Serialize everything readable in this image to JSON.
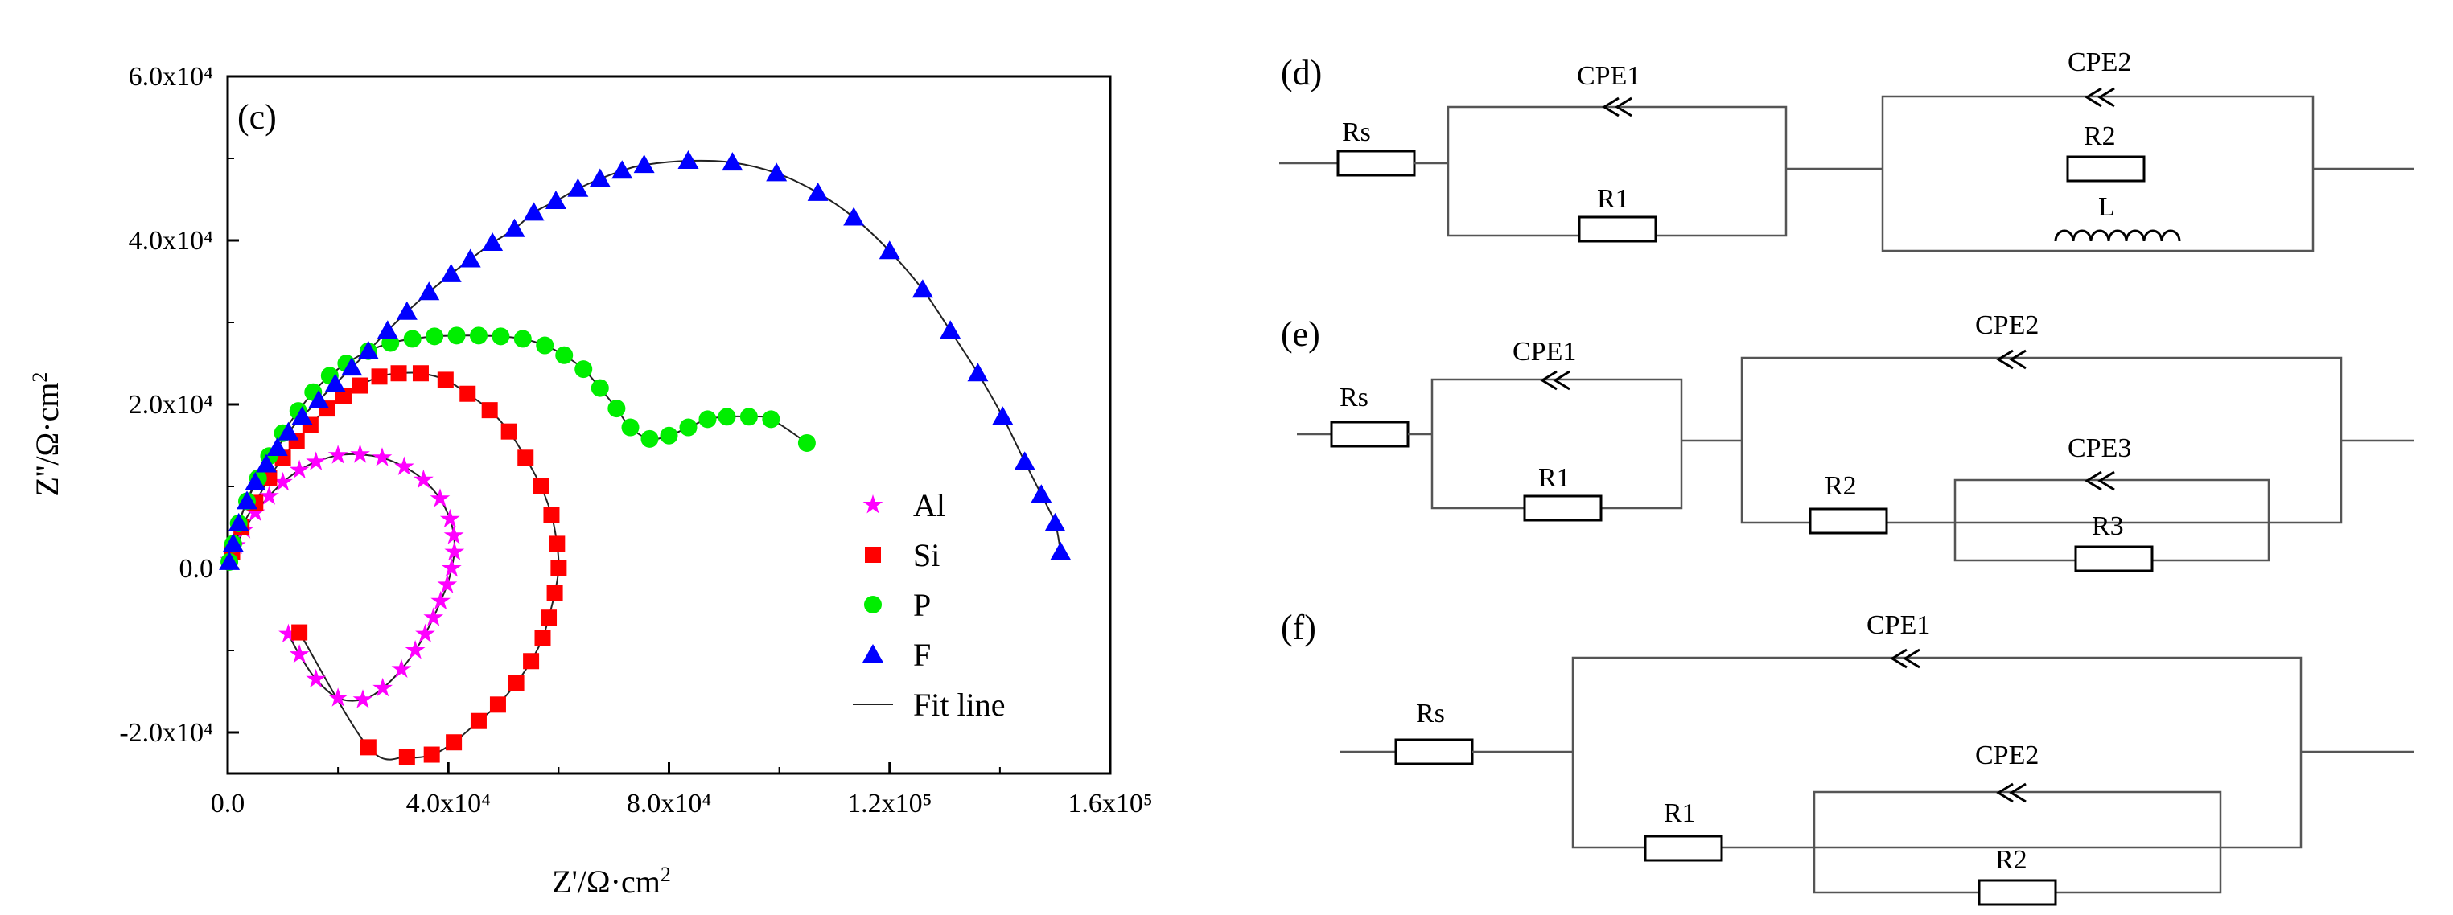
{
  "chart_data": {
    "type": "scatter",
    "panel_label": "(c)",
    "xlabel": "Z'/Ω·cm²",
    "ylabel": "Z''/Ω·cm²",
    "xlim": [
      0,
      160000
    ],
    "ylim": [
      -25000,
      60000
    ],
    "x_ticks": [
      {
        "value": 0,
        "label": "0.0"
      },
      {
        "value": 40000,
        "label": "4.0x10⁴"
      },
      {
        "value": 80000,
        "label": "8.0x10⁴"
      },
      {
        "value": 120000,
        "label": "1.2x10⁵"
      },
      {
        "value": 160000,
        "label": "1.6x10⁵"
      }
    ],
    "y_ticks": [
      {
        "value": -20000,
        "label": "-2.0x10⁴"
      },
      {
        "value": 0,
        "label": "0.0"
      },
      {
        "value": 20000,
        "label": "2.0x10⁴"
      },
      {
        "value": 40000,
        "label": "4.0x10⁴"
      },
      {
        "value": 60000,
        "label": "6.0x10⁴"
      }
    ],
    "fit_line_label": "Fit line",
    "series": [
      {
        "name": "Al",
        "marker": "star",
        "color": "#ff00ff",
        "points": [
          [
            400,
            1000
          ],
          [
            1500,
            2800
          ],
          [
            3000,
            4700
          ],
          [
            5000,
            6800
          ],
          [
            7500,
            8800
          ],
          [
            10000,
            10500
          ],
          [
            13000,
            12000
          ],
          [
            16000,
            13000
          ],
          [
            20000,
            13800
          ],
          [
            24000,
            13900
          ],
          [
            28000,
            13500
          ],
          [
            32000,
            12400
          ],
          [
            35500,
            10800
          ],
          [
            38500,
            8500
          ],
          [
            40300,
            6000
          ],
          [
            41000,
            4000
          ],
          [
            41100,
            2000
          ],
          [
            40600,
            0
          ],
          [
            39800,
            -2000
          ],
          [
            38600,
            -4000
          ],
          [
            37300,
            -6000
          ],
          [
            35800,
            -8000
          ],
          [
            34000,
            -10000
          ],
          [
            31500,
            -12300
          ],
          [
            28100,
            -14600
          ],
          [
            24500,
            -16000
          ],
          [
            20000,
            -15800
          ],
          [
            16000,
            -13500
          ],
          [
            13000,
            -10500
          ],
          [
            11000,
            -8000
          ]
        ]
      },
      {
        "name": "Si",
        "marker": "square",
        "color": "#ff0000",
        "points": [
          [
            800,
            2000
          ],
          [
            2500,
            5000
          ],
          [
            5000,
            8000
          ],
          [
            7500,
            11000
          ],
          [
            10000,
            13500
          ],
          [
            12500,
            15500
          ],
          [
            15000,
            17500
          ],
          [
            18000,
            19500
          ],
          [
            21000,
            21000
          ],
          [
            24000,
            22300
          ],
          [
            27500,
            23400
          ],
          [
            31000,
            23800
          ],
          [
            35000,
            23800
          ],
          [
            39500,
            23000
          ],
          [
            43500,
            21300
          ],
          [
            47500,
            19300
          ],
          [
            51000,
            16700
          ],
          [
            54000,
            13500
          ],
          [
            56800,
            10000
          ],
          [
            58700,
            6500
          ],
          [
            59700,
            3000
          ],
          [
            60000,
            0
          ],
          [
            59300,
            -3000
          ],
          [
            58200,
            -6000
          ],
          [
            57100,
            -8500
          ],
          [
            55000,
            -11300
          ],
          [
            52300,
            -14000
          ],
          [
            49000,
            -16600
          ],
          [
            45500,
            -18600
          ],
          [
            41000,
            -21200
          ],
          [
            37000,
            -22700
          ],
          [
            32500,
            -23000
          ],
          [
            25500,
            -21800
          ],
          [
            13000,
            -7800
          ]
        ]
      },
      {
        "name": "P",
        "marker": "circle",
        "color": "#00ee00",
        "points": [
          [
            300,
            800
          ],
          [
            1000,
            3000
          ],
          [
            2000,
            5500
          ],
          [
            3500,
            8200
          ],
          [
            5500,
            11000
          ],
          [
            7500,
            13700
          ],
          [
            10000,
            16500
          ],
          [
            12800,
            19200
          ],
          [
            15500,
            21500
          ],
          [
            18500,
            23500
          ],
          [
            21500,
            25000
          ],
          [
            25500,
            26500
          ],
          [
            29500,
            27500
          ],
          [
            33500,
            28000
          ],
          [
            37500,
            28300
          ],
          [
            41500,
            28400
          ],
          [
            45500,
            28400
          ],
          [
            49500,
            28300
          ],
          [
            53500,
            28000
          ],
          [
            57500,
            27200
          ],
          [
            61000,
            26000
          ],
          [
            64500,
            24300
          ],
          [
            67500,
            22000
          ],
          [
            70500,
            19500
          ],
          [
            73000,
            17200
          ],
          [
            76500,
            15800
          ],
          [
            80000,
            16200
          ],
          [
            83500,
            17200
          ],
          [
            87000,
            18200
          ],
          [
            90500,
            18500
          ],
          [
            94500,
            18500
          ],
          [
            98500,
            18200
          ],
          [
            105000,
            15300
          ]
        ]
      },
      {
        "name": "F",
        "marker": "triangle",
        "color": "#0000ff",
        "points": [
          [
            300,
            800
          ],
          [
            1000,
            3000
          ],
          [
            2000,
            5500
          ],
          [
            3500,
            8200
          ],
          [
            5000,
            10500
          ],
          [
            7000,
            12700
          ],
          [
            9000,
            14700
          ],
          [
            11000,
            16600
          ],
          [
            13500,
            18500
          ],
          [
            16500,
            20500
          ],
          [
            19500,
            22500
          ],
          [
            22500,
            24500
          ],
          [
            25500,
            26500
          ],
          [
            29000,
            29000
          ],
          [
            32500,
            31300
          ],
          [
            36500,
            33700
          ],
          [
            40500,
            35900
          ],
          [
            44000,
            37700
          ],
          [
            48000,
            39700
          ],
          [
            52000,
            41400
          ],
          [
            55500,
            43400
          ],
          [
            59500,
            44800
          ],
          [
            63500,
            46300
          ],
          [
            67500,
            47500
          ],
          [
            71500,
            48500
          ],
          [
            75500,
            49200
          ],
          [
            83500,
            49700
          ],
          [
            91500,
            49500
          ],
          [
            99500,
            48200
          ],
          [
            107000,
            45800
          ],
          [
            113500,
            42800
          ],
          [
            120000,
            38700
          ],
          [
            126000,
            34000
          ],
          [
            131000,
            29000
          ],
          [
            136000,
            23800
          ],
          [
            140500,
            18500
          ],
          [
            144500,
            13000
          ],
          [
            147500,
            9000
          ],
          [
            150000,
            5500
          ],
          [
            151000,
            2000
          ]
        ]
      }
    ]
  },
  "circuits": {
    "d": {
      "label": "(d)",
      "rs": "Rs",
      "cpe1": "CPE1",
      "r1": "R1",
      "cpe2": "CPE2",
      "r2": "R2",
      "l": "L"
    },
    "e": {
      "label": "(e)",
      "rs": "Rs",
      "cpe1": "CPE1",
      "r1": "R1",
      "cpe2": "CPE2",
      "r2": "R2",
      "cpe3": "CPE3",
      "r3": "R3"
    },
    "f": {
      "label": "(f)",
      "rs": "Rs",
      "cpe1": "CPE1",
      "r1": "R1",
      "cpe2": "CPE2",
      "r2": "R2"
    }
  }
}
